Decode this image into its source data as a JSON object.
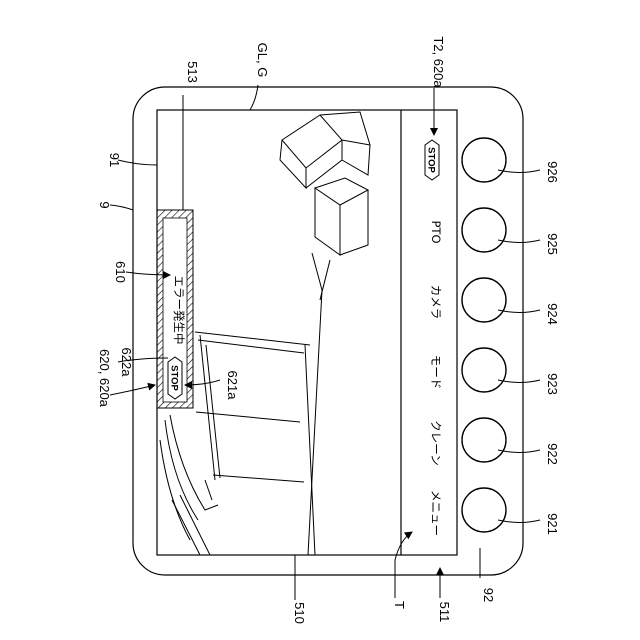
{
  "figure": {
    "refs": {
      "device": "9",
      "screen": "91",
      "button_panel": "92",
      "image_area": "510",
      "operation_bar": "511",
      "operation_bar_text": "T",
      "image": "GL, G",
      "stop_icon_bar": "T2, 620a",
      "error_panel": "610",
      "error_bar": "513",
      "stop_composite": "620, 620a",
      "stop_frame": "622a",
      "stop_icon_panel": "621a",
      "buttons": [
        "921",
        "922",
        "923",
        "924",
        "925",
        "926"
      ]
    },
    "screen_ui": {
      "error_message": "エラー発生中",
      "stop_label": "STOP",
      "menu_items": [
        "メニュー",
        "クレーン",
        "モード",
        "カメラ",
        "PTO"
      ]
    }
  }
}
